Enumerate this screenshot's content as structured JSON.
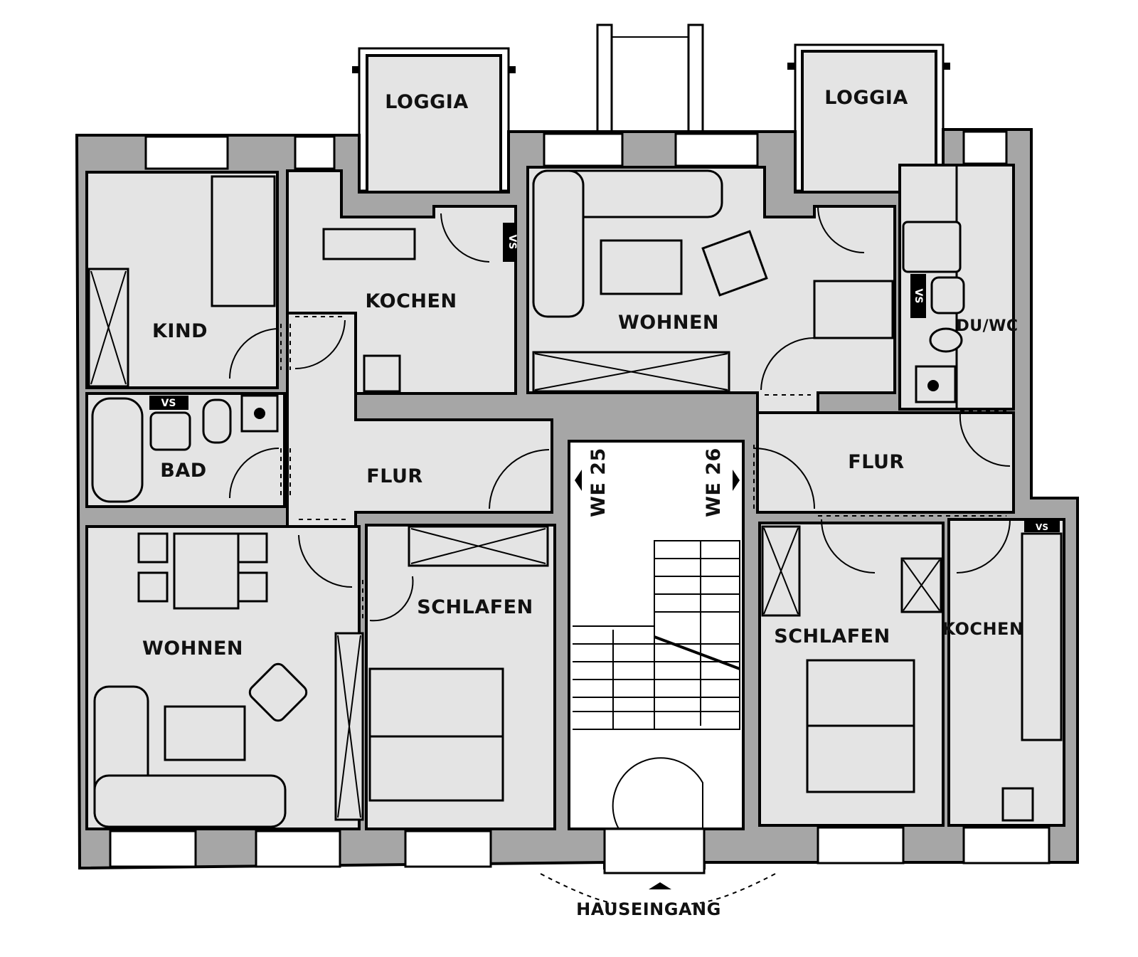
{
  "plan": {
    "rooms": {
      "loggia_left": "LOGGIA",
      "loggia_right": "LOGGIA",
      "kind": "KIND",
      "kochen_left": "KOCHEN",
      "wohnen_top": "WOHNEN",
      "du_wc": "DU/WC",
      "bad": "BAD",
      "flur_left": "FLUR",
      "flur_right": "FLUR",
      "wohnen_left": "WOHNEN",
      "schlafen_left": "SCHLAFEN",
      "schlafen_right": "SCHLAFEN",
      "kochen_right": "KOCHEN"
    },
    "units": {
      "we25": "WE 25",
      "we26": "WE 26"
    },
    "entrance": "HAUSEINGANG",
    "vs_mark": "VS",
    "colors": {
      "wall": "#a6a6a6",
      "room": "#e4e4e4",
      "stair": "#ffffff"
    }
  }
}
